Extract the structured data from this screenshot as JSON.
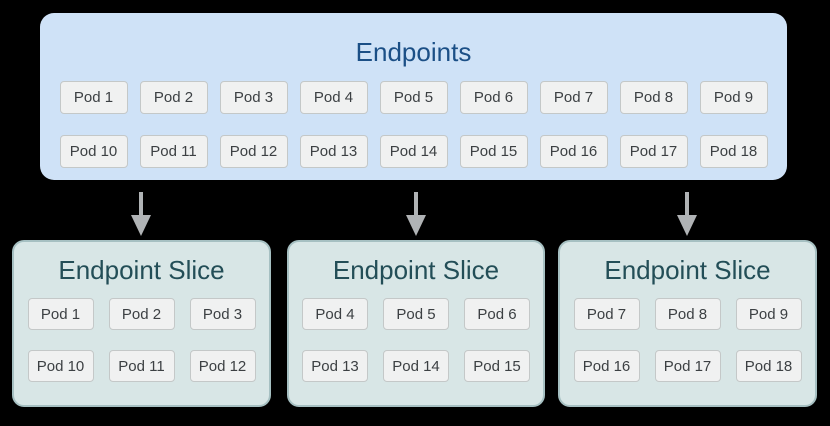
{
  "colors": {
    "background": "#000000",
    "endpoints_fill": "#cfe2f7",
    "endpoints_title_text": "#1b4f86",
    "slice_fill": "#d8e6e6",
    "slice_border": "#a6c0c2",
    "slice_title_text": "#234e57",
    "pod_fill": "#f0f1f1",
    "pod_border": "#c4c8c8",
    "pod_text": "#3c4043",
    "arrow": "#b0b3b5"
  },
  "endpoints": {
    "title": "Endpoints",
    "pod_rows": [
      [
        "Pod 1",
        "Pod 2",
        "Pod 3",
        "Pod 4",
        "Pod 5",
        "Pod 6",
        "Pod 7",
        "Pod 8",
        "Pod 9"
      ],
      [
        "Pod 10",
        "Pod 11",
        "Pod 12",
        "Pod 13",
        "Pod 14",
        "Pod 15",
        "Pod 16",
        "Pod 17",
        "Pod 18"
      ]
    ]
  },
  "slices": [
    {
      "title": "Endpoint Slice",
      "pod_rows": [
        [
          "Pod 1",
          "Pod 2",
          "Pod 3"
        ],
        [
          "Pod 10",
          "Pod 11",
          "Pod 12"
        ]
      ]
    },
    {
      "title": "Endpoint Slice",
      "pod_rows": [
        [
          "Pod 4",
          "Pod 5",
          "Pod 6"
        ],
        [
          "Pod 13",
          "Pod 14",
          "Pod 15"
        ]
      ]
    },
    {
      "title": "Endpoint Slice",
      "pod_rows": [
        [
          "Pod 7",
          "Pod 8",
          "Pod 9"
        ],
        [
          "Pod 16",
          "Pod 17",
          "Pod 18"
        ]
      ]
    }
  ]
}
